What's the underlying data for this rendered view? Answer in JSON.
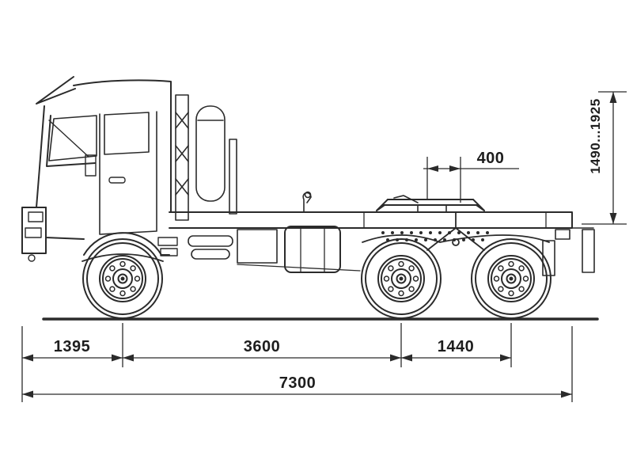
{
  "canvas": {
    "background": "#ffffff",
    "line_color": "#2b2b2b",
    "text_color": "#1d1d1d"
  },
  "diagram": {
    "type": "technical-drawing",
    "dimensions": {
      "fifth_wheel_offset": "400",
      "fifth_wheel_height": "1490...1925",
      "front_overhang": "1395",
      "wheelbase": "3600",
      "rear_bogie_spread": "1440",
      "overall_length": "7300"
    }
  }
}
